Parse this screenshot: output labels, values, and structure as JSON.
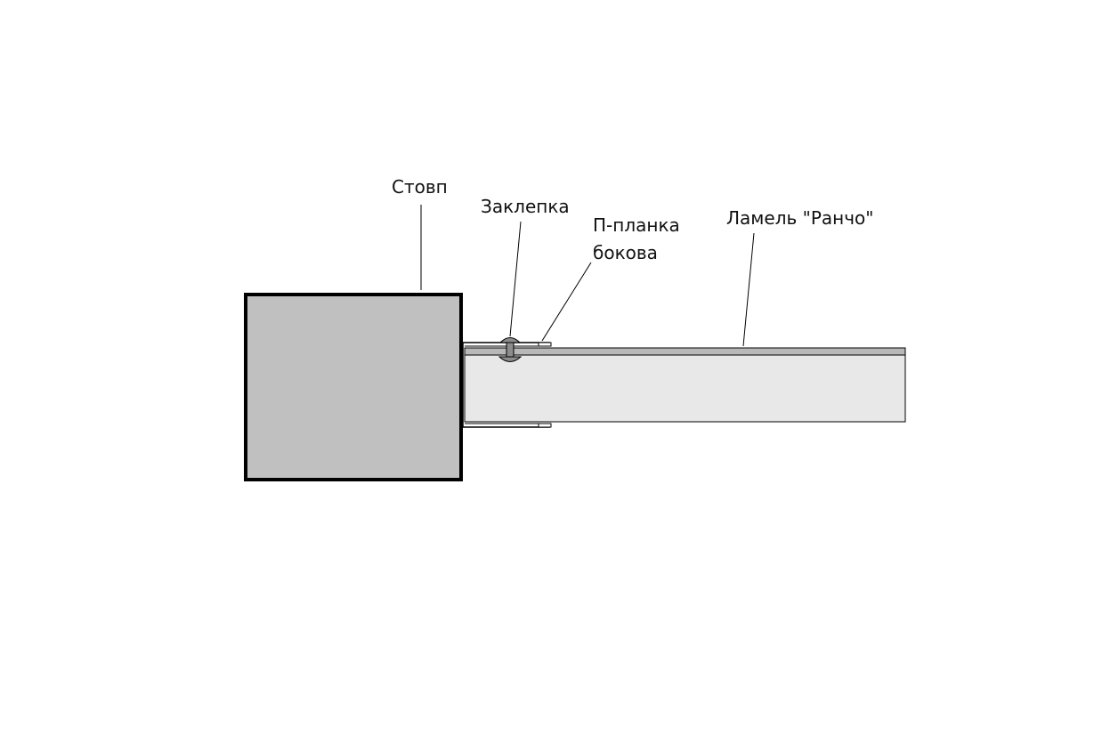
{
  "labels": {
    "post": "Стовп",
    "rivet": "Заклепка",
    "channel_line1": "П-планка",
    "channel_line2": "бокова",
    "slat": "Ламель \"Ранчо\""
  },
  "colors": {
    "background": "#ffffff",
    "post_fill": "#c0c0c0",
    "post_stroke": "#000000",
    "slat_fill": "#e8e8e8",
    "slat_top_band": "#b8b8b8",
    "rivet_fill": "#8c8c8c",
    "line": "#000000"
  }
}
